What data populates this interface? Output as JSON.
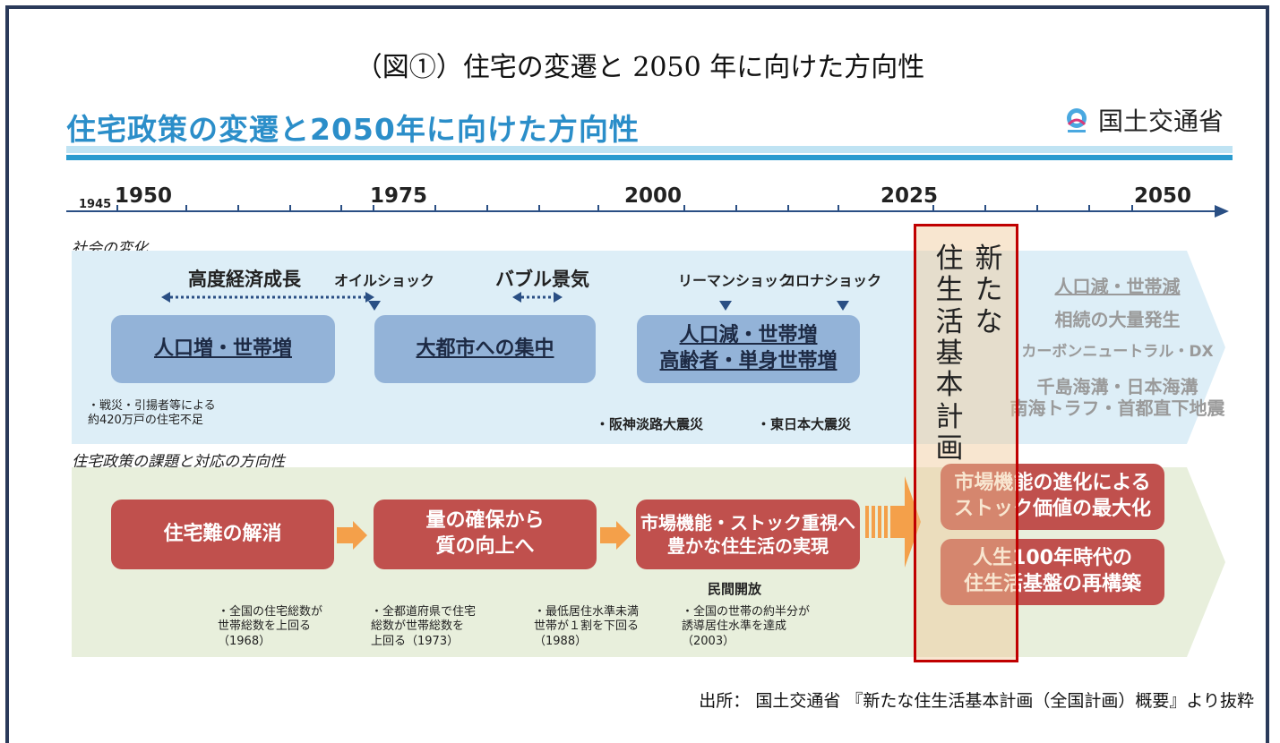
{
  "caption": "（図①）住宅の変遷と 2050 年に向けた方向性",
  "slide_title": "住宅政策の変遷と2050年に向けた方向性",
  "ministry": "国土交通省",
  "timeline": {
    "start": "1945",
    "years": [
      "1950",
      "1975",
      "2000",
      "2025",
      "2050"
    ]
  },
  "society": {
    "heading": "社会の変化",
    "labels": {
      "growth": "高度経済成長",
      "oil_shock": "オイルショック",
      "bubble": "バブル景気",
      "lehman": "リーマンショック",
      "corona": "コロナショック"
    },
    "boxes": [
      "人口増・世帯増",
      "大都市への集中",
      "人口減・世帯増\n高齢者・単身世帯増"
    ],
    "notes": {
      "postwar": "・戦災・引揚者等による\n約420万戸の住宅不足",
      "hanshin": "・阪神淡路大震災",
      "tohoku": "・東日本大震災"
    },
    "future": [
      "人口減・世帯減",
      "相続の大量発生",
      "カーボンニュートラル・DX",
      "千島海溝・日本海溝\n南海トラフ・首都直下地震"
    ]
  },
  "new_plan": {
    "col1": "新たな",
    "col2": "住生活基本計画"
  },
  "policy": {
    "heading": "住宅政策の課題と対応の方向性",
    "boxes": [
      "住宅難の解消",
      "量の確保から\n質の向上へ",
      "市場機能・ストック重視へ\n豊かな住生活の実現"
    ],
    "private_open": "民間開放",
    "future_boxes": [
      "市場機能の進化による\nストック価値の最大化",
      "人生100年時代の\n住生活基盤の再構築"
    ],
    "notes": [
      "・全国の住宅総数が\n世帯総数を上回る\n（1968）",
      "・全都道府県で住宅\n総数が世帯総数を\n上回る（1973）",
      "・最低居住水準未満\n世帯が１割を下回る\n（1988）",
      "・全国の世帯の約半分が\n誘導居住水準を達成\n（2003）"
    ]
  },
  "source": "出所： 国土交通省 『新たな住生活基本計画（全国計画）概要』より抜粋",
  "colors": {
    "blue_band": "#ddeef7",
    "green_band": "#e8efdc",
    "red_box": "#c0504d",
    "blue_box": "#93b3d8",
    "highlight": "#c00000",
    "arrow": "#f4a04a"
  }
}
